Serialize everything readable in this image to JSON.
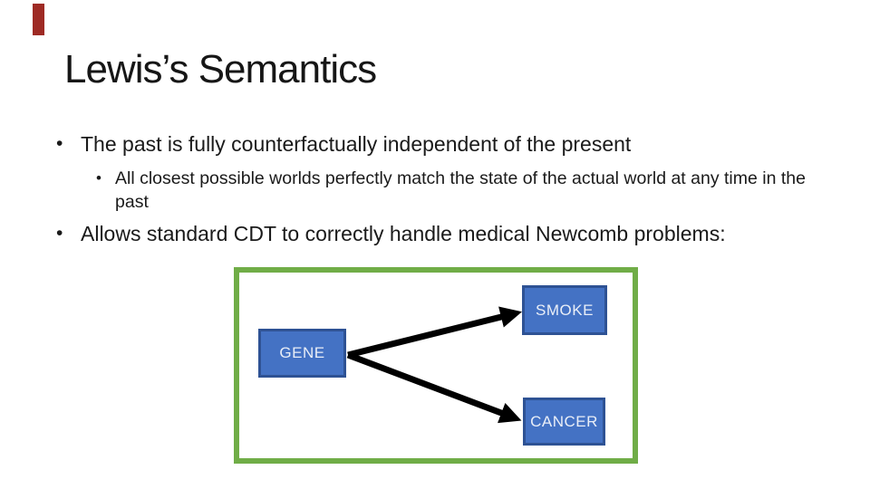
{
  "slide": {
    "title": "Lewis’s Semantics",
    "bullet_char": "•",
    "bullets": [
      {
        "level": 1,
        "text": "The past is fully counterfactually independent of the present"
      },
      {
        "level": 2,
        "text": "All closest possible worlds perfectly match the state of the actual world at any time in the past"
      },
      {
        "level": 1,
        "text": "Allows standard CDT to correctly handle medical Newcomb problems:"
      }
    ],
    "diagram": {
      "nodes": [
        {
          "id": "gene",
          "label": "GENE"
        },
        {
          "id": "smoke",
          "label": "SMOKE"
        },
        {
          "id": "cancer",
          "label": "CANCER"
        }
      ],
      "edges": [
        {
          "from": "GENE",
          "to": "SMOKE"
        },
        {
          "from": "GENE",
          "to": "CANCER"
        }
      ],
      "colors": {
        "frame_border": "#70ad47",
        "node_fill": "#4472c4",
        "node_border": "#2e5294",
        "node_text": "#e9eef7",
        "arrow": "#000000"
      }
    },
    "accent_bar_color": "#9e2a24",
    "text_color": "#1a1a1a"
  }
}
